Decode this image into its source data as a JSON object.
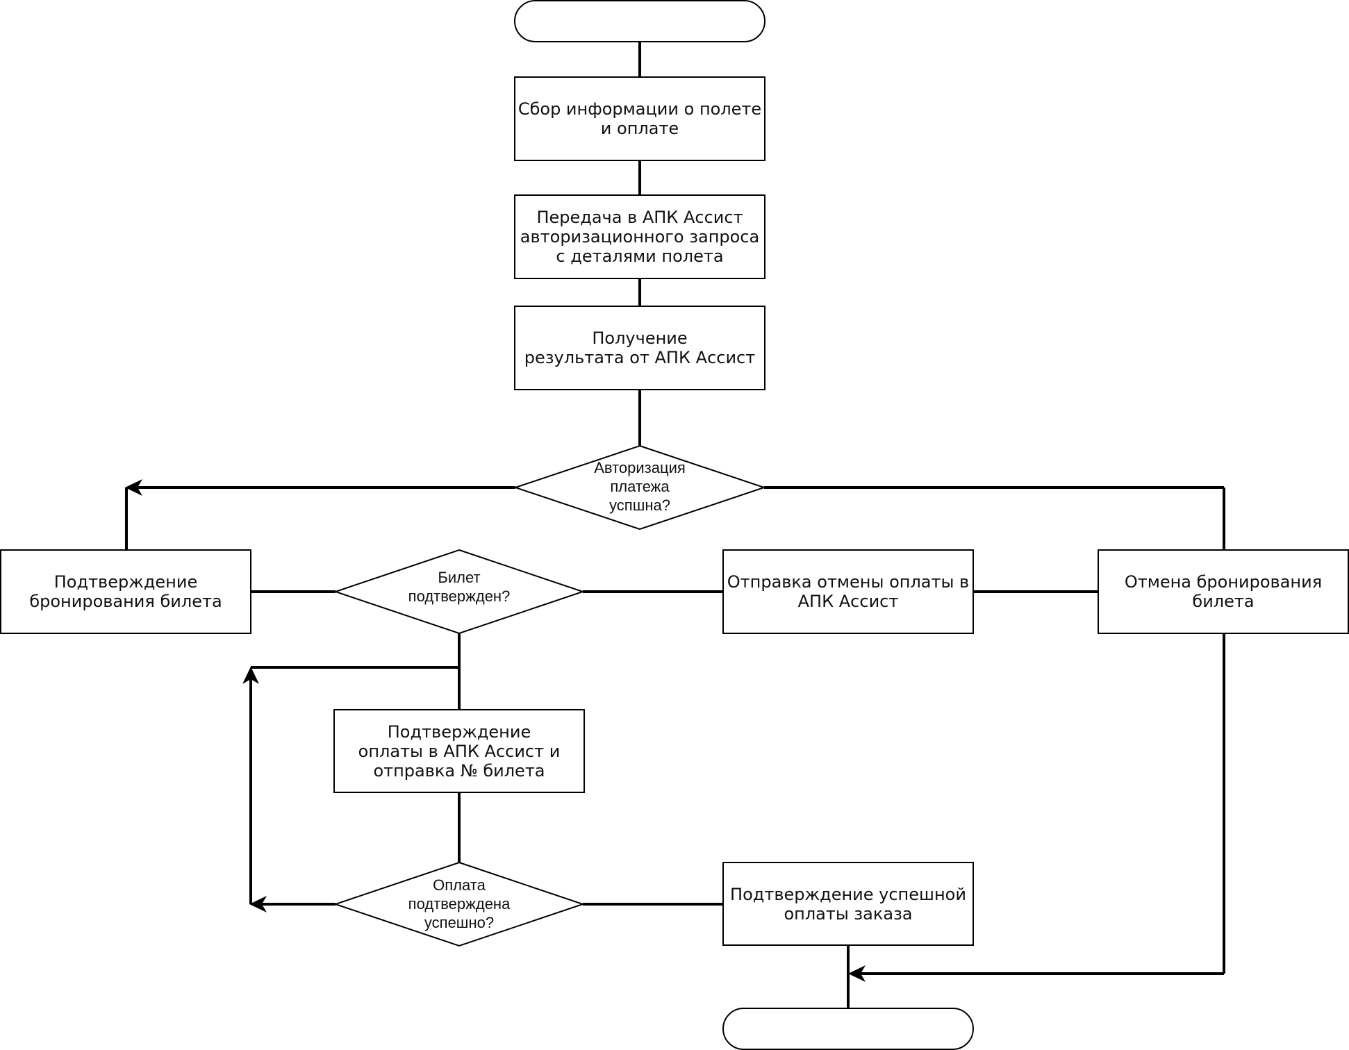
{
  "nodes": {
    "start": "",
    "collect": "Сбор информации о полете\nи оплате",
    "send_request": "Передача в АПК Ассист\nавторизационного запроса\nс деталями полета",
    "get_result": "Получение\nрезультата от АПК Ассист",
    "auth_ok": "Авторизация\nплатежа\nуспшна?",
    "confirm_booking": "Подтверждение\nбронирования билета",
    "ticket_confirmed": "Билет\nподтвержден?",
    "send_cancel": "Отправка отмены оплаты в\nАПК Ассист",
    "cancel_booking": "Отмена бронирования\nбилета",
    "confirm_payment": "Подтверждение\nоплаты в АПК Ассист и\nотправка № билета",
    "payment_ok": "Оплата\nподтверждена\nуспешно?",
    "payment_success": "Подтверждение успешной\nоплаты заказа",
    "end": ""
  }
}
